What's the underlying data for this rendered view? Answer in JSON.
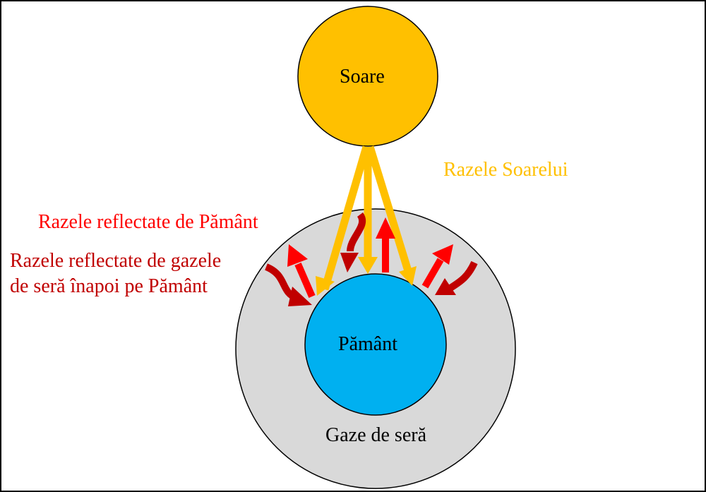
{
  "sun": {
    "label": "Soare",
    "color": "#FFC000"
  },
  "earth": {
    "label": "Pământ",
    "color": "#00B0F0"
  },
  "atmosphere": {
    "label": "Gaze de seră",
    "color": "#D9D9D9"
  },
  "sun_rays": {
    "label": "Razele Soarelui",
    "color": "#FFC000"
  },
  "earth_reflected": {
    "label": "Razele reflectate de Pământ",
    "color": "#FF0000"
  },
  "gas_reflected": {
    "line1": "Razele reflectate de gazele",
    "line2": "de seră înapoi pe Pământ",
    "color": "#C00000"
  }
}
